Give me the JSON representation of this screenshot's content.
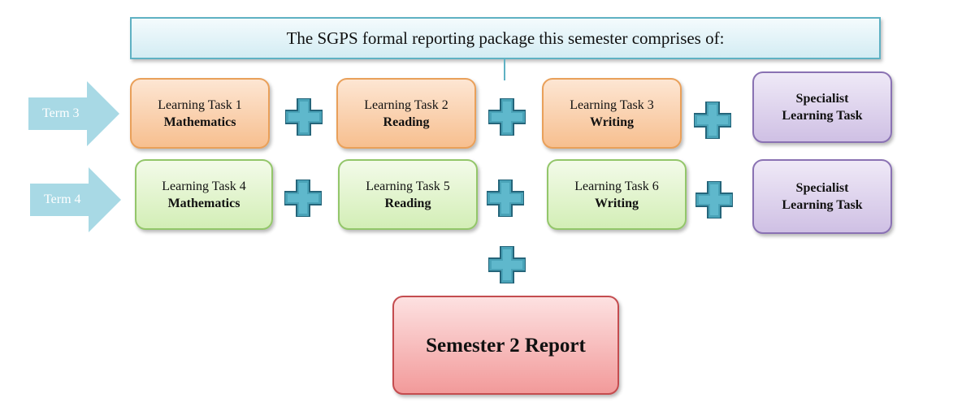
{
  "header": {
    "text": "The SGPS  formal reporting package this semester comprises of:"
  },
  "terms": [
    {
      "label": "Term 3"
    },
    {
      "label": "Term 4"
    }
  ],
  "rows": [
    {
      "tasks": [
        {
          "line1": "Learning Task 1",
          "line2": "Mathematics"
        },
        {
          "line1": "Learning Task 2",
          "line2": "Reading"
        },
        {
          "line1": "Learning Task 3",
          "line2": "Writing"
        }
      ],
      "specialist": {
        "line1": "Specialist",
        "line2": "Learning Task"
      }
    },
    {
      "tasks": [
        {
          "line1": "Learning Task 4",
          "line2": "Mathematics"
        },
        {
          "line1": "Learning Task 5",
          "line2": "Reading"
        },
        {
          "line1": "Learning Task 6",
          "line2": "Writing"
        }
      ],
      "specialist": {
        "line1": "Specialist",
        "line2": "Learning Task"
      }
    }
  ],
  "report": {
    "label": "Semester 2 Report"
  },
  "colors": {
    "header_border": "#5fb1c3",
    "arrow_fill": "#a8d9e5",
    "plus_fill": "#4aa3b8",
    "plus_border": "#25657a",
    "orange": "#f7bf8f",
    "green": "#d3eeb6",
    "purple": "#cfc0e4",
    "red": "#f29a9a"
  },
  "icons": {
    "term_arrow": "right-arrow-icon",
    "plus": "plus-icon"
  }
}
